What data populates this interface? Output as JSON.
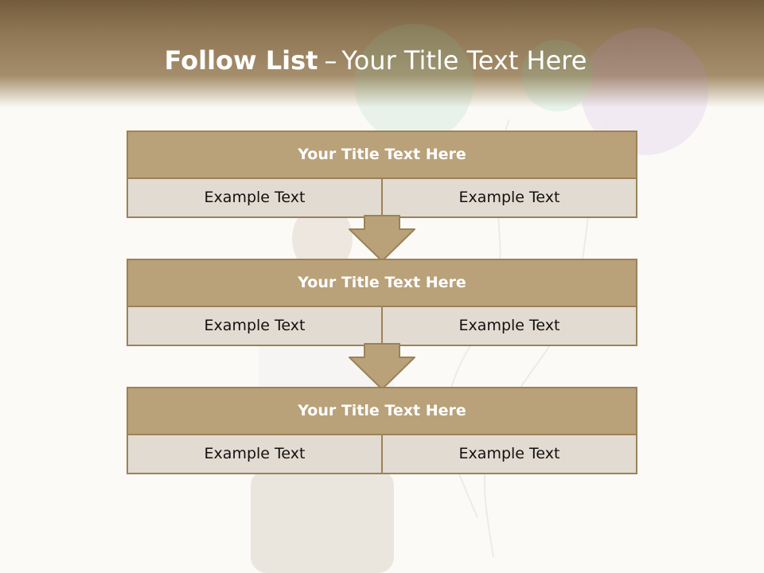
{
  "slide": {
    "title_bold": "Follow List",
    "title_dash": "–",
    "title_rest": "Your Title Text Here"
  },
  "steps": [
    {
      "title": "Your Title Text Here",
      "left": "Example Text",
      "right": "Example Text"
    },
    {
      "title": "Your Title Text Here",
      "left": "Example Text",
      "right": "Example Text"
    },
    {
      "title": "Your Title Text Here",
      "left": "Example Text",
      "right": "Example Text"
    }
  ],
  "colors": {
    "header_brown": "#8e7654",
    "box_title_fill": "#b9a17a",
    "box_cell_fill": "#e2dbd1",
    "border": "#9c8258"
  }
}
